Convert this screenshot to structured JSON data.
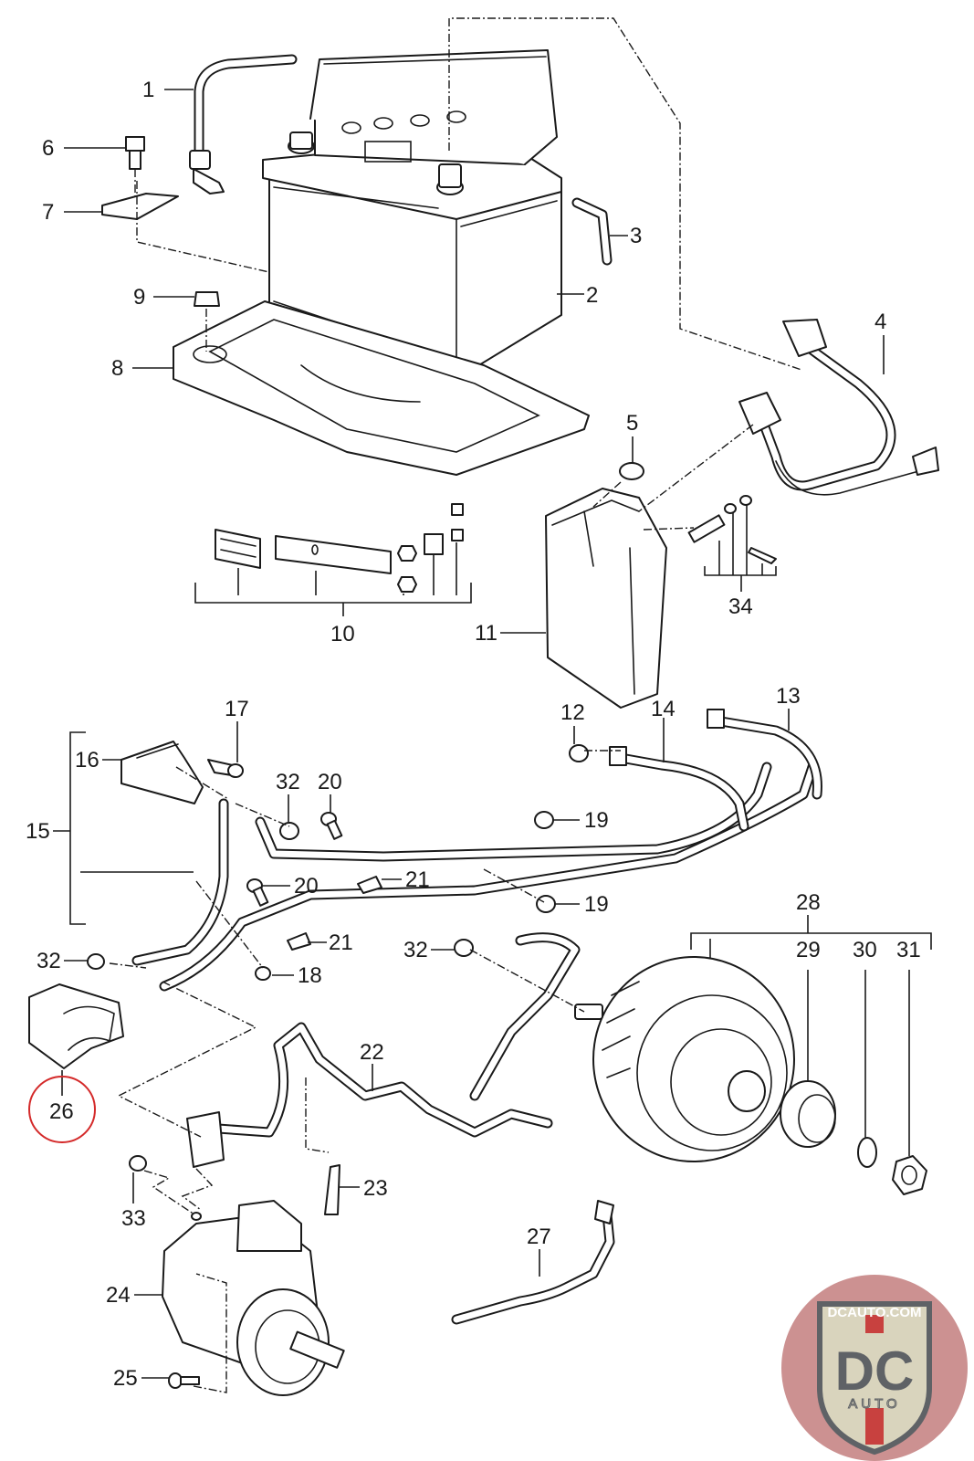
{
  "diagram": {
    "title": "Battery, alternator, starter and cable harness exploded parts diagram",
    "highlighted_callout": "26",
    "highlight_color": "#d42a2a",
    "callouts": {
      "c1": "1",
      "c2": "2",
      "c3": "3",
      "c4": "4",
      "c5": "5",
      "c6": "6",
      "c7": "7",
      "c8": "8",
      "c9": "9",
      "c10": "10",
      "c11": "11",
      "c12": "12",
      "c13": "13",
      "c14": "14",
      "c15": "15",
      "c16": "16",
      "c17": "17",
      "c18": "18",
      "c19a": "19",
      "c19b": "19",
      "c20a": "20",
      "c20b": "20",
      "c21a": "21",
      "c21b": "21",
      "c22": "22",
      "c23": "23",
      "c24": "24",
      "c25": "25",
      "c26": "26",
      "c27": "27",
      "c28": "28",
      "c29": "29",
      "c30": "30",
      "c31": "31",
      "c32a": "32",
      "c32b": "32",
      "c32c": "32",
      "c33": "33",
      "c34": "34"
    },
    "parts": {
      "1": "battery cable (short)",
      "2": "battery",
      "3": "vent elbow",
      "4": "battery positive cable",
      "5": "grommet",
      "6": "bolt",
      "7": "hold-down clamp",
      "8": "battery tray",
      "9": "nut",
      "10": "fuse kit",
      "11": "control unit",
      "12": "nut",
      "13": "cable",
      "14": "cable",
      "15": "wiring harness",
      "16": "cover",
      "17": "bolt",
      "18": "screw",
      "19": "nut",
      "20": "bolt",
      "21": "clip",
      "22": "cable harness",
      "23": "bracket",
      "24": "starter",
      "25": "bolt",
      "26": "protective cap",
      "27": "ground strap",
      "28": "alternator",
      "29": "pulley",
      "30": "washer",
      "31": "nut",
      "32": "nut",
      "33": "nut",
      "34": "stud kit"
    }
  },
  "logo": {
    "brand_url": "DCAUTO.COM",
    "monogram": "DC",
    "tagline": "AUTO",
    "colors": {
      "circle": "#c98b8b",
      "shield": "#d9d4bd",
      "letters": "#5f6266",
      "stripe": "#c8413f"
    }
  }
}
